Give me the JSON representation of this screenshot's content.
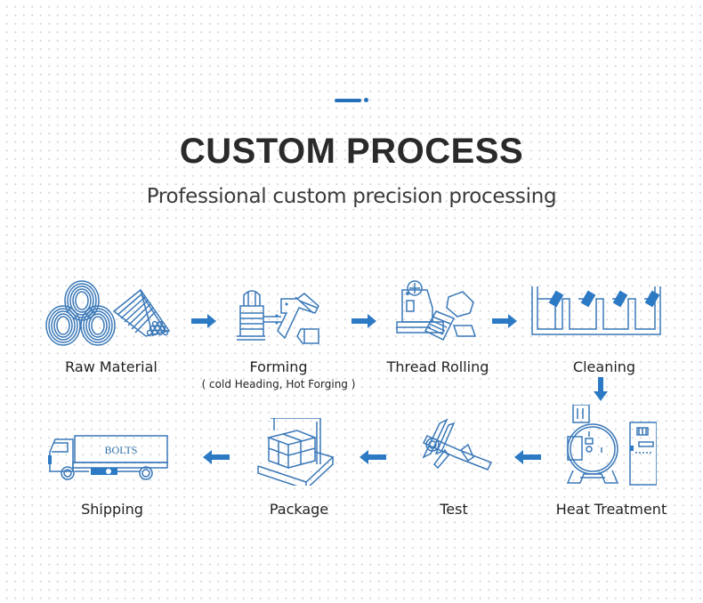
{
  "header": {
    "title": "CUSTOM PROCESS",
    "subtitle": "Professional custom precision processing"
  },
  "colors": {
    "accent": "#2570b8",
    "icon_stroke": "#3a78b8",
    "text": "#2a2a2a"
  },
  "steps": [
    {
      "label": "Raw Material",
      "icon": "coils-and-bars-icon"
    },
    {
      "label": "Forming",
      "sublabel": "( cold Heading, Hot Forging )",
      "icon": "forming-machine-icon"
    },
    {
      "label": "Thread Rolling",
      "icon": "thread-rolling-icon"
    },
    {
      "label": "Cleaning",
      "icon": "cleaning-tank-icon"
    },
    {
      "label": "Heat Treatment",
      "icon": "furnace-icon"
    },
    {
      "label": "Test",
      "icon": "caliper-icon"
    },
    {
      "label": "Package",
      "icon": "pallet-boxes-icon"
    },
    {
      "label": "Shipping",
      "icon": "truck-icon",
      "truck_text": "BOLTS"
    }
  ]
}
